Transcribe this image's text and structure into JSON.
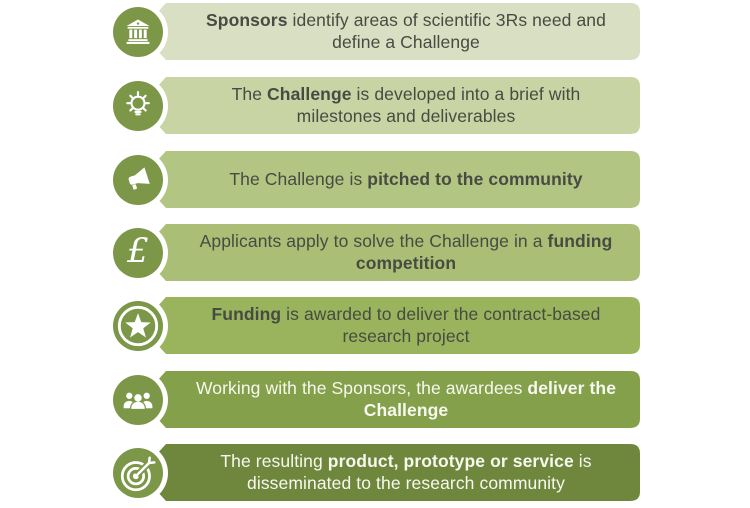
{
  "palette": {
    "background": "#ffffff",
    "circle_fill": "#7d9749",
    "circle_ring": "#ffffff",
    "dark_text": "#474b42",
    "light_text": "#f7f8ef",
    "icon_color": "#ffffff"
  },
  "steps": [
    {
      "icon": "bank-icon",
      "bar_color": "#d8dfc2",
      "text_color": "#474b42",
      "segments": [
        {
          "t": "Sponsors",
          "b": true
        },
        {
          "t": " identify areas of scientific 3Rs need and define a Challenge",
          "b": false
        }
      ]
    },
    {
      "icon": "lightbulb-icon",
      "bar_color": "#c8d4a4",
      "text_color": "#474b42",
      "segments": [
        {
          "t": "The ",
          "b": false
        },
        {
          "t": "Challenge",
          "b": true
        },
        {
          "t": " is developed into a brief with milestones and deliverables",
          "b": false
        }
      ]
    },
    {
      "icon": "megaphone-icon",
      "bar_color": "#b3c583",
      "text_color": "#474b42",
      "segments": [
        {
          "t": "The Challenge is ",
          "b": false
        },
        {
          "t": "pitched to the community",
          "b": true
        }
      ]
    },
    {
      "icon": "pound-icon",
      "bar_color": "#aabf75",
      "text_color": "#474b42",
      "segments": [
        {
          "t": "Applicants apply to solve the Challenge in a ",
          "b": false
        },
        {
          "t": "funding competition",
          "b": true
        }
      ]
    },
    {
      "icon": "star-icon",
      "bar_color": "#99b45c",
      "text_color": "#474b42",
      "segments": [
        {
          "t": "Funding",
          "b": true
        },
        {
          "t": " is awarded to deliver the contract-based research project",
          "b": false
        }
      ]
    },
    {
      "icon": "people-icon",
      "bar_color": "#84a04a",
      "text_color": "#f7f8ef",
      "segments": [
        {
          "t": "Working with the Sponsors, the awardees ",
          "b": false
        },
        {
          "t": "deliver the Challenge",
          "b": true
        }
      ]
    },
    {
      "icon": "target-icon",
      "bar_color": "#6f873c",
      "text_color": "#f7f8ef",
      "segments": [
        {
          "t": "The resulting ",
          "b": false
        },
        {
          "t": "product, prototype or service",
          "b": true
        },
        {
          "t": " is disseminated to the research community",
          "b": false
        }
      ]
    }
  ]
}
